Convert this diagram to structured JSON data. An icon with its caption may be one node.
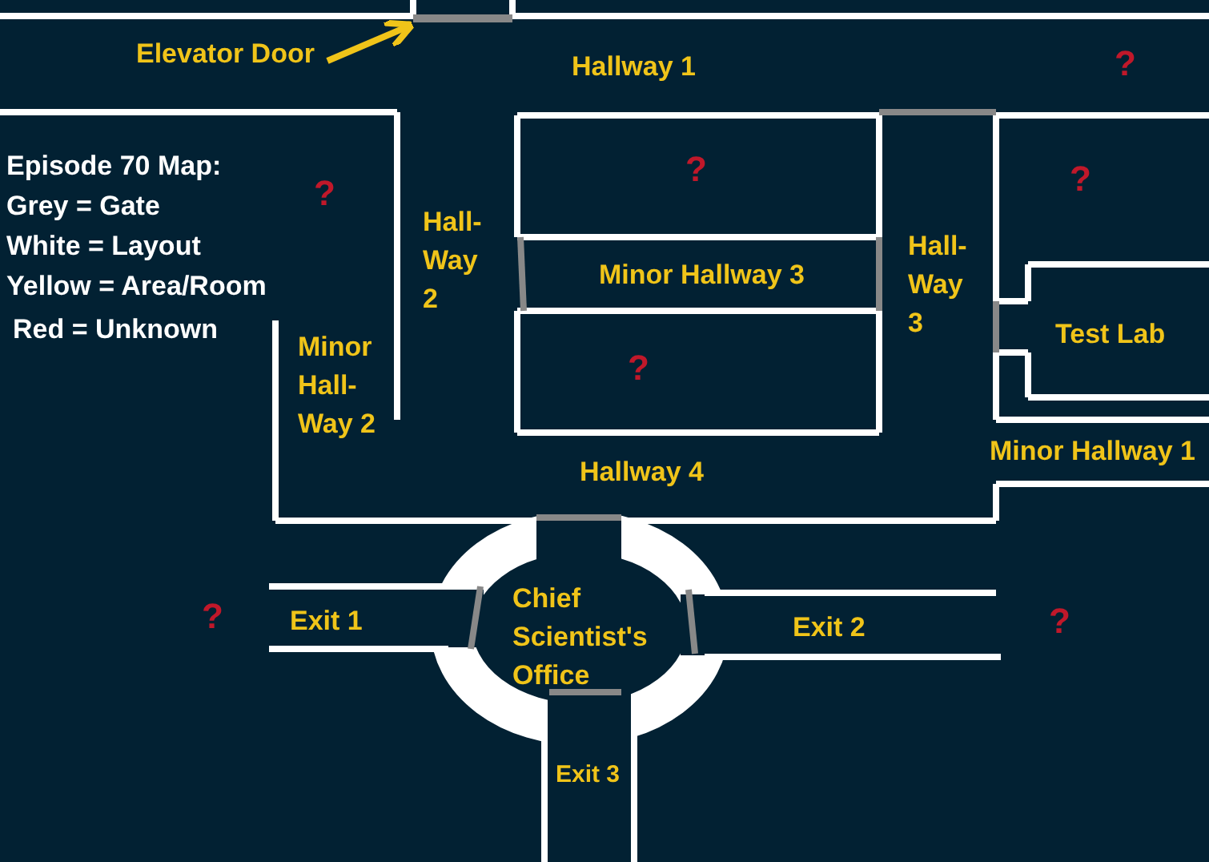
{
  "diagram": {
    "nodes": [
      {
        "text": [
          "Elevator Door"
        ]
      },
      {
        "text": [],
        "shape": "bar"
      }
    ],
    "edges": [
      {
        "from": 0,
        "to": 1,
        "arrow": "to"
      }
    ],
    "labels": [
      "Hallway 1",
      "?",
      "Episode 70 Map:",
      "Grey = Gate",
      "White = Layout",
      "Yellow = Area/Room",
      "Red = Unknown",
      "?",
      "Hall- Way 2",
      "?",
      "?",
      "Minor Hallway 3",
      "Hall- Way 3",
      "Test Lab",
      "Minor Hall- Way 2",
      "?",
      "Minor Hallway 1",
      "Hallway 4",
      "?",
      "Exit 1",
      "Chief Scientist's Office",
      "Exit 2",
      "?",
      "Exit 3"
    ]
  }
}
